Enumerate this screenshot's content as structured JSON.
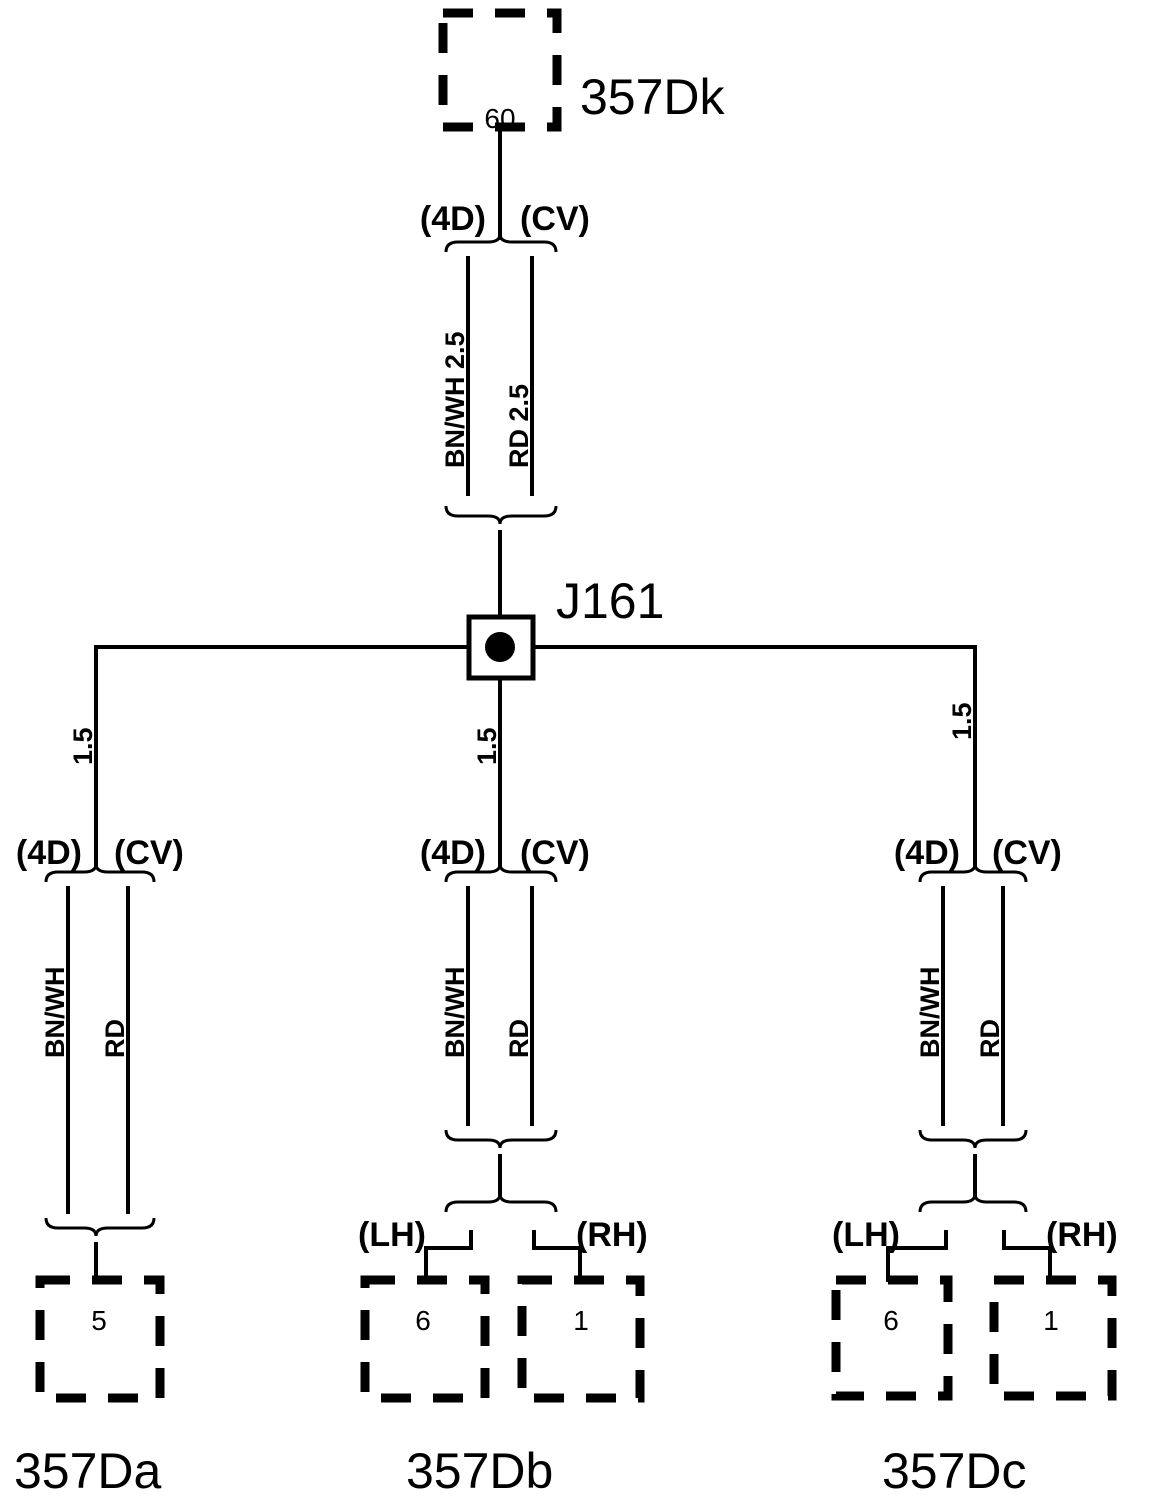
{
  "connectors": {
    "top": {
      "label": "357Dk",
      "pin": "60"
    },
    "a": {
      "label": "357Da",
      "pin": "5"
    },
    "b": {
      "label": "357Db",
      "pin_lh": "6",
      "pin_rh": "1"
    },
    "c": {
      "label": "357Dc",
      "pin_lh": "6",
      "pin_rh": "1"
    }
  },
  "junction": {
    "label": "J161"
  },
  "variants": {
    "left": "(4D)",
    "right": "(CV)"
  },
  "sides": {
    "left": "(LH)",
    "right": "(RH)"
  },
  "top_wires": {
    "left": "BN/WH  2.5",
    "right": "RD  2.5"
  },
  "branch_size": "1.5",
  "branch_wires": {
    "left": "BN/WH",
    "right": "RD"
  }
}
